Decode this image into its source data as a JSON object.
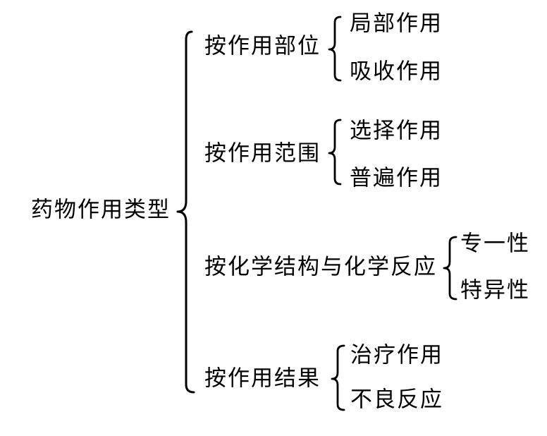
{
  "colors": {
    "text": "#000000",
    "background": "#ffffff",
    "line": "#000000"
  },
  "diagram": {
    "root": {
      "label": "药物作用类型"
    },
    "branches": [
      {
        "label": "按作用部位",
        "children": [
          "局部作用",
          "吸收作用"
        ]
      },
      {
        "label": "按作用范围",
        "children": [
          "选择作用",
          "普遍作用"
        ]
      },
      {
        "label": "按化学结构与化学反应",
        "children": [
          "专一性",
          "特异性"
        ]
      },
      {
        "label": "按作用结果",
        "children": [
          "治疗作用",
          "不良反应"
        ]
      }
    ]
  }
}
